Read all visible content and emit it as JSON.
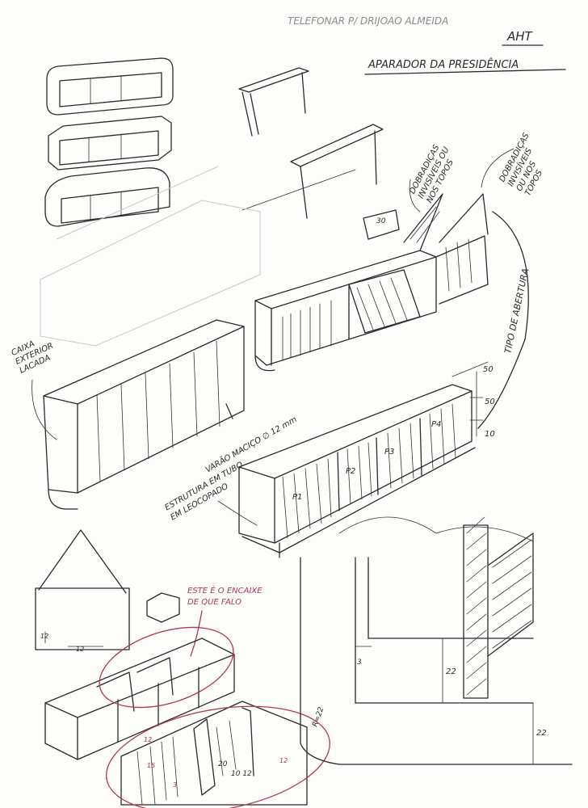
{
  "header": {
    "reference": "TELEFONAR P/ DRIJOAO ALMEIDA",
    "code": "AHT",
    "title": "APARADOR DA PRESIDÊNCIA"
  },
  "notes": {
    "hinges_left": [
      "DOBRADIÇAS",
      "INVISÍVEIS OU",
      "NOS TOPOS"
    ],
    "hinges_right": [
      "DOBRADIÇAS",
      "INVISÍVEIS",
      "OU NOS",
      "TOPOS"
    ],
    "opening_type": "TIPO DE ABERTURA",
    "outer_box": [
      "CAIXA",
      "EXTERIOR",
      "LACADA"
    ],
    "structure": [
      "ESTRUTURA EM TUBO",
      "EM LEOCOPADO"
    ],
    "legs": "VARÃO MACIÇO ∅ 12 mm",
    "joint_callout": [
      "ESTE É O ENCAIXE",
      "DE QUE FALO"
    ]
  },
  "doors": [
    "P1",
    "P2",
    "P3",
    "P4"
  ],
  "dimensions": {
    "box_depth": "30",
    "height_top": "50",
    "height_mid": "50",
    "height_base": "10",
    "grid_a": "12",
    "grid_b": "12",
    "detail_a": "3",
    "detail_b": "22",
    "detail_c": "22",
    "detail_r": "R=22",
    "joint_a": "12",
    "joint_b": "20",
    "joint_c": "3",
    "joint_d": "15",
    "joint_e": "10 12"
  },
  "colors": {
    "ink": "#2a2a2a",
    "red_pen": "#b0394a",
    "paper": "#fdfdfb"
  }
}
